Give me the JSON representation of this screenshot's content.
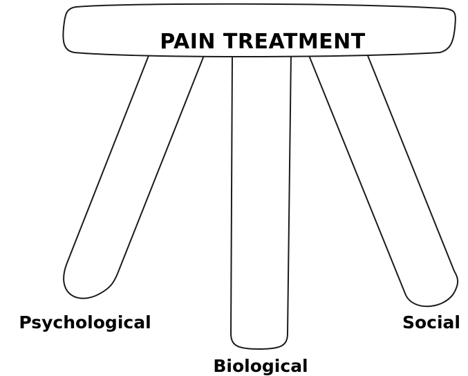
{
  "diagram": {
    "seat_title": "PAIN TREATMENT",
    "legs": [
      {
        "label": "Psychological"
      },
      {
        "label": "Biological"
      },
      {
        "label": "Social"
      }
    ]
  },
  "colors": {
    "stroke": "#1a1a1a",
    "fill": "#ffffff",
    "text": "#000000"
  }
}
